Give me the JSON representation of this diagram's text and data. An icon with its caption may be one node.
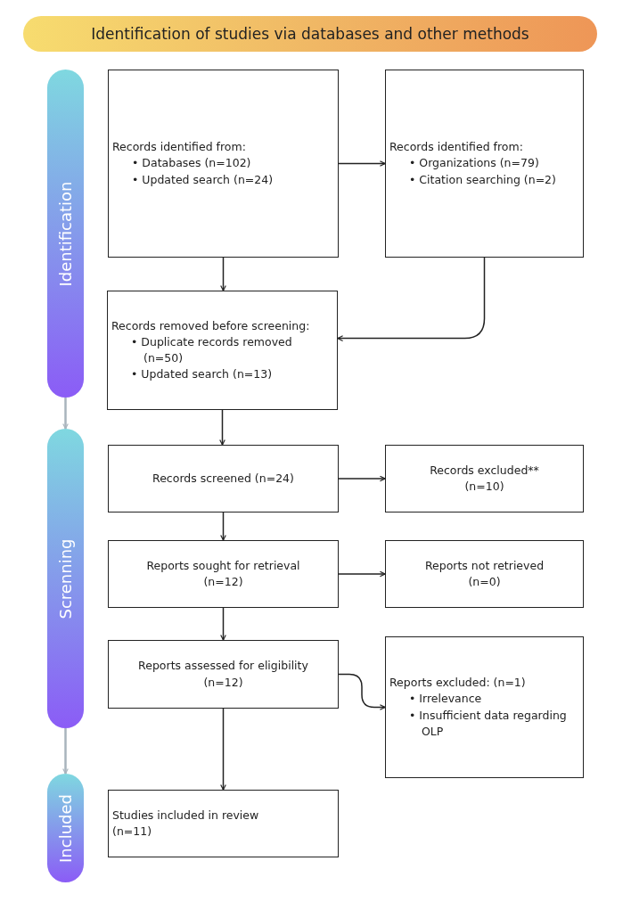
{
  "diagram": {
    "nodes": [
      {
        "text": [
          "Identification of studies via databases and other methods"
        ]
      },
      {
        "text": [
          "Identification"
        ]
      },
      {
        "text": [
          "Screnning"
        ]
      },
      {
        "text": [
          "Included"
        ]
      },
      {
        "text": [
          "Records identified from:",
          "• Databases (n=102)",
          "• Updated search (n=24)"
        ]
      },
      {
        "text": [
          "Records identified from:",
          "• Organizations (n=79)",
          "• Citation searching (n=2)"
        ]
      },
      {
        "text": [
          "Records removed before screening:",
          "• Duplicate records removed (n=50)",
          "• Updated search (n=13)"
        ]
      },
      {
        "text": [
          "Records screened (n=24)"
        ]
      },
      {
        "text": [
          "Records excluded** (n=10)"
        ]
      },
      {
        "text": [
          "Reports sought for retrieval (n=12)"
        ]
      },
      {
        "text": [
          "Reports not retrieved (n=0)"
        ]
      },
      {
        "text": [
          "Reports assessed for eligibility (n=12)"
        ]
      },
      {
        "text": [
          "Reports excluded: (n=1)",
          "• Irrelevance",
          "• Insufficient data regarding OLP"
        ]
      },
      {
        "text": [
          "Studies included in review (n=11)"
        ]
      }
    ],
    "edges": [
      {
        "from": 1,
        "to": 2,
        "arrow": "to",
        "color": "#a9b4bd"
      },
      {
        "from": 2,
        "to": 3,
        "arrow": "to",
        "color": "#a9b4bd"
      },
      {
        "from": 4,
        "to": 5,
        "arrow": "to"
      },
      {
        "from": 4,
        "to": 6,
        "arrow": "to"
      },
      {
        "from": 5,
        "to": 6,
        "arrow": "to"
      },
      {
        "from": 6,
        "to": 7,
        "arrow": "to"
      },
      {
        "from": 7,
        "to": 8,
        "arrow": "to"
      },
      {
        "from": 7,
        "to": 9,
        "arrow": "to"
      },
      {
        "from": 9,
        "to": 10,
        "arrow": "to"
      },
      {
        "from": 9,
        "to": 11,
        "arrow": "to"
      },
      {
        "from": 11,
        "to": 12,
        "arrow": "to"
      },
      {
        "from": 11,
        "to": 13,
        "arrow": "to"
      }
    ]
  }
}
